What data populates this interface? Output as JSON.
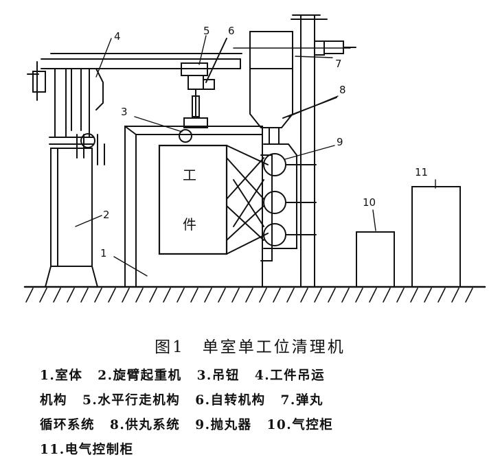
{
  "figure": {
    "labels": [
      {
        "id": "1",
        "text": "1"
      },
      {
        "id": "2",
        "text": "2"
      },
      {
        "id": "3",
        "text": "3"
      },
      {
        "id": "4",
        "text": "4"
      },
      {
        "id": "5",
        "text": "5"
      },
      {
        "id": "6",
        "text": "6"
      },
      {
        "id": "7",
        "text": "7"
      },
      {
        "id": "8",
        "text": "8"
      },
      {
        "id": "9",
        "text": "9"
      },
      {
        "id": "10",
        "text": "10"
      },
      {
        "id": "11",
        "text": "11"
      }
    ],
    "workpiece_text": [
      "工",
      "件"
    ]
  },
  "caption": {
    "title": "图1　单室单工位清理机",
    "lines": [
      [
        "1.室体",
        "2.旋臂起重机",
        "3.吊钮",
        "4.工件吊运"
      ],
      [
        "机构",
        "5.水平行走机构",
        "6.自转机构",
        "7.弹丸"
      ],
      [
        "循环系统",
        "8.供丸系统",
        "9.抛丸器",
        "10.气控柜"
      ],
      [
        "11.电气控制柜"
      ]
    ]
  }
}
